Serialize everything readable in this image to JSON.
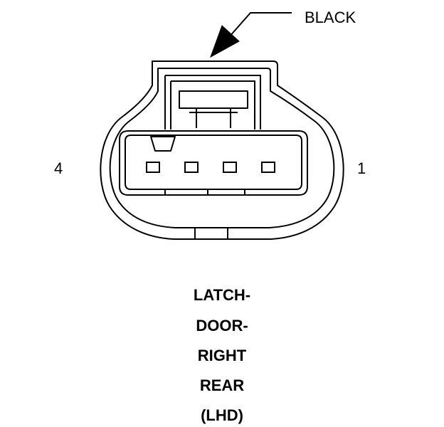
{
  "connector": {
    "color_callout": "BLACK",
    "pin_left_label": "4",
    "pin_right_label": "1",
    "pin_count": 4
  },
  "title_lines": [
    "LATCH-",
    "DOOR-",
    "RIGHT",
    "REAR",
    "(LHD)"
  ],
  "colors": {
    "line": "#000000",
    "background": "#ffffff"
  }
}
